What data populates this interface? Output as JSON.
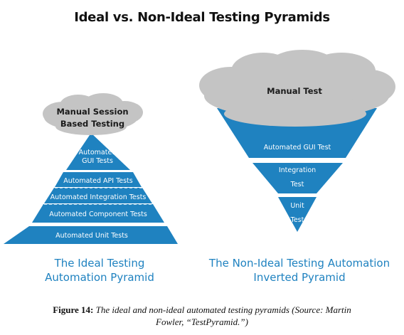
{
  "title": "Ideal vs. Non-Ideal Testing Pyramids",
  "colors": {
    "blue": "#1f82c0",
    "cloud": "#c4c4c4",
    "text_white": "#ffffff"
  },
  "ideal": {
    "cloud_line1": "Manual Session",
    "cloud_line2": "Based Testing",
    "tiers": [
      {
        "line1": "Automated",
        "line2": "GUI Tests"
      },
      {
        "line1": "Automated API Tests"
      },
      {
        "line1": "Automated Integration Tests"
      },
      {
        "line1": "Automated Component Tests"
      },
      {
        "line1": "Automated Unit Tests"
      }
    ],
    "caption_line1": "The Ideal Testing",
    "caption_line2": "Automation Pyramid"
  },
  "nonideal": {
    "cloud_label": "Manual Test",
    "tiers": [
      {
        "line1": "Automated GUI Test"
      },
      {
        "line1": "Integration",
        "line2": "Test"
      },
      {
        "line1": "Unit",
        "line2": "Test"
      }
    ],
    "caption_line1": "The Non-Ideal Testing Automation",
    "caption_line2": "Inverted Pyramid"
  },
  "figure_caption": {
    "label": "Figure 14:",
    "text_line1": "The ideal and non-ideal automated testing pyramids (Source: Martin",
    "text_line2": "Fowler, “TestPyramid.”)"
  }
}
